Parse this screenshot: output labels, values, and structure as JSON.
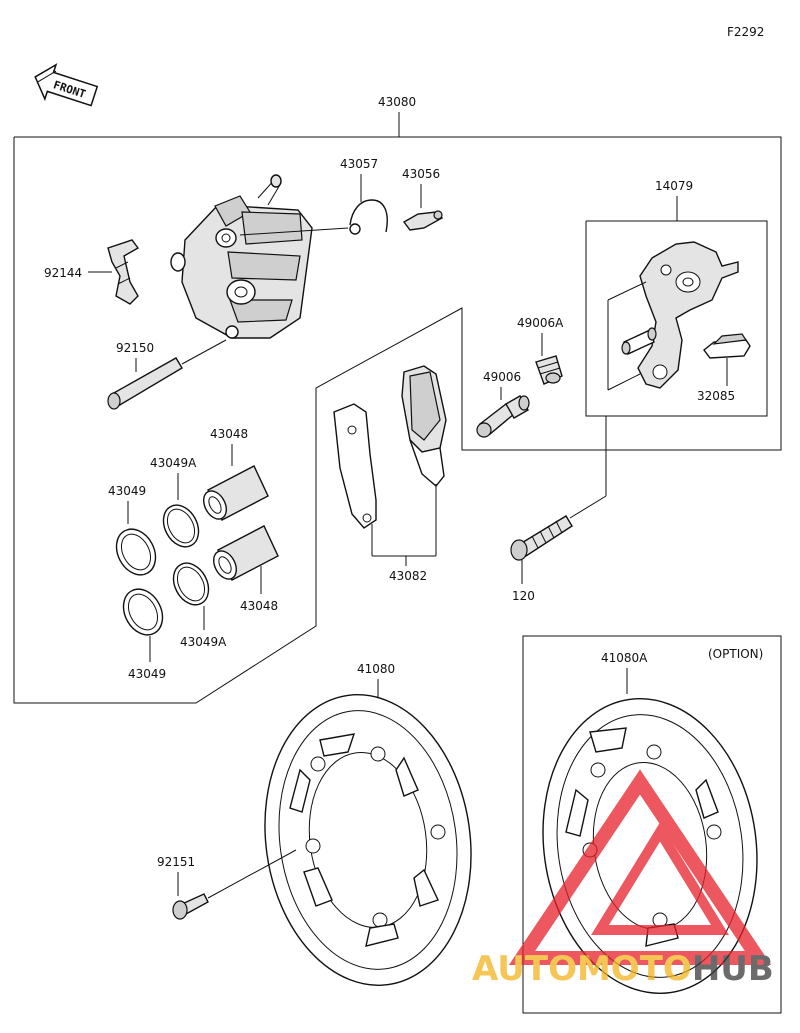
{
  "figure_code": "F2292",
  "front_label": "FRONT",
  "option_label": "(OPTION)",
  "watermark": {
    "part1": "AUTOMOTO",
    "part2": "HUB",
    "color1": "#f2b41e",
    "color2": "#3a3a3a",
    "triangle_color": "#e8202a"
  },
  "parts": {
    "p43080": "43080",
    "p43057": "43057",
    "p43056": "43056",
    "p14079": "14079",
    "p92144": "92144",
    "p92150": "92150",
    "p49006A": "49006A",
    "p49006": "49006",
    "p32085": "32085",
    "p43048a": "43048",
    "p43049Aa": "43049A",
    "p43049a": "43049",
    "p43082": "43082",
    "p43048b": "43048",
    "p43049Ab": "43049A",
    "p43049b": "43049",
    "p120": "120",
    "p41080": "41080",
    "p41080A": "41080A",
    "p92151": "92151"
  }
}
